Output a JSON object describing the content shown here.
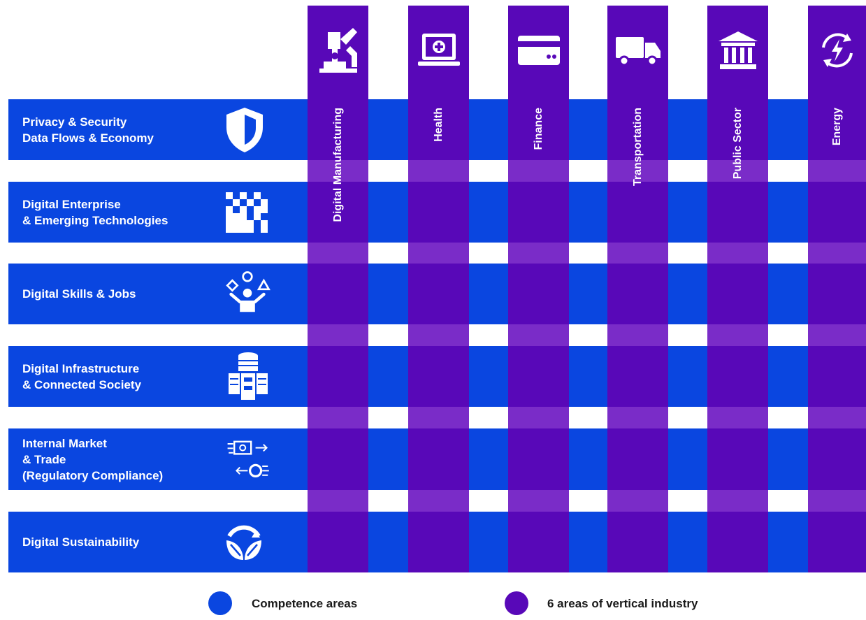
{
  "colors": {
    "blue": "#0a46e0",
    "purple": "#5808b8",
    "purple_light": "#7a2cc8",
    "white": "#ffffff"
  },
  "rows": [
    {
      "label": "Privacy & Security\nData Flows & Economy",
      "icon": "shield-icon"
    },
    {
      "label": "Digital Enterprise\n& Emerging Technologies",
      "icon": "pixel-grid-icon"
    },
    {
      "label": "Digital Skills & Jobs",
      "icon": "person-juggling-shapes-icon"
    },
    {
      "label": "Digital Infrastructure\n& Connected Society",
      "icon": "database-servers-icon"
    },
    {
      "label": "Internal Market\n& Trade\n(Regulatory Compliance)",
      "icon": "money-exchange-icon"
    },
    {
      "label": "Digital Sustainability",
      "icon": "leaf-cycle-icon"
    }
  ],
  "columns": [
    {
      "label": "Digital Manufacturing",
      "icon": "robot-arm-icon"
    },
    {
      "label": "Health",
      "icon": "laptop-medical-icon"
    },
    {
      "label": "Finance",
      "icon": "credit-card-icon"
    },
    {
      "label": "Transportation",
      "icon": "truck-icon"
    },
    {
      "label": "Public Sector",
      "icon": "government-building-icon"
    },
    {
      "label": "Energy",
      "icon": "energy-cycle-icon"
    }
  ],
  "legend": [
    {
      "label": "Competence areas",
      "color": "#0a46e0"
    },
    {
      "label": "6 areas of vertical industry",
      "color": "#5808b8"
    }
  ]
}
